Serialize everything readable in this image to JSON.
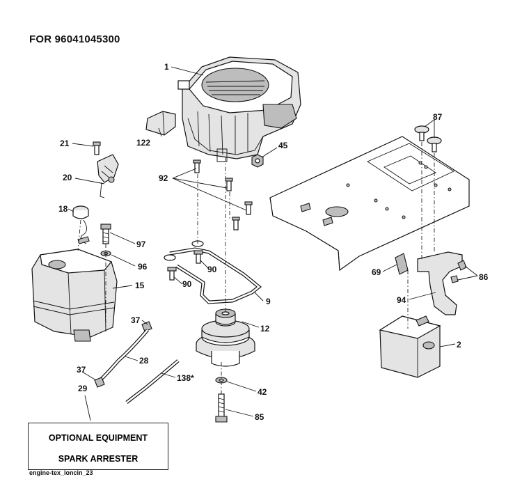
{
  "header": {
    "title": "FOR 96041045300"
  },
  "footer": {
    "code": "engine-tex_loncin_23"
  },
  "optional_box": {
    "line1": "OPTIONAL EQUIPMENT",
    "line2": "SPARK ARRESTER"
  },
  "callouts": {
    "c1": "1",
    "c122": "122",
    "c21": "21",
    "c20": "20",
    "c18": "18",
    "c97": "97",
    "c96": "96",
    "c15": "15",
    "c37a": "37",
    "c37b": "37",
    "c28": "28",
    "c29": "29",
    "c138": "138*",
    "c92": "92",
    "c45": "45",
    "c90a": "90",
    "c90b": "90",
    "c9": "9",
    "c12": "12",
    "c42": "42",
    "c85": "85",
    "c87": "87",
    "c69": "69",
    "c86": "86",
    "c94": "94",
    "c2": "2"
  }
}
